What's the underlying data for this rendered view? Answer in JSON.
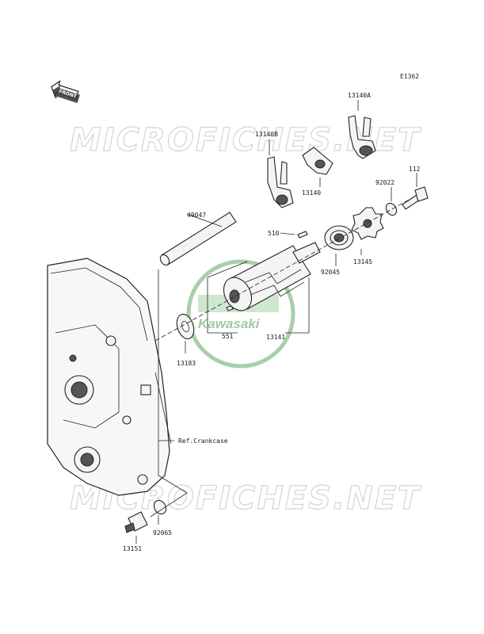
{
  "diagram_code": "E1362",
  "front_label": "FRONT",
  "watermark": {
    "site_text": "MICROFICHES.NET",
    "brand_text": "Kawasaki"
  },
  "parts": [
    {
      "id": "p13140A",
      "label": "13140A"
    },
    {
      "id": "p13140B",
      "label": "13140B"
    },
    {
      "id": "p13140",
      "label": "13140"
    },
    {
      "id": "p112",
      "label": "112"
    },
    {
      "id": "p92022",
      "label": "92022"
    },
    {
      "id": "p49047",
      "label": "49047"
    },
    {
      "id": "p510",
      "label": "510"
    },
    {
      "id": "p13145",
      "label": "13145"
    },
    {
      "id": "p92045",
      "label": "92045"
    },
    {
      "id": "p551",
      "label": "551"
    },
    {
      "id": "p13141",
      "label": "13141"
    },
    {
      "id": "p13183",
      "label": "13183"
    },
    {
      "id": "pRef",
      "label": "Ref.Crankcase"
    },
    {
      "id": "p92065",
      "label": "92065"
    },
    {
      "id": "p13151",
      "label": "13151"
    }
  ]
}
